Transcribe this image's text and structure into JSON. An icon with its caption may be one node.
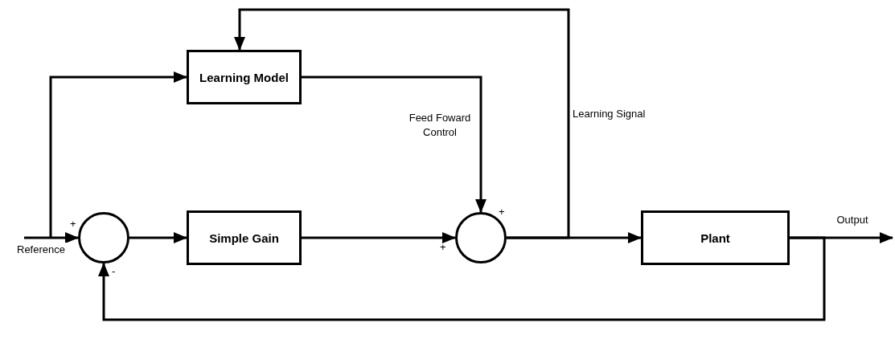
{
  "diagram": {
    "nodes": [
      {
        "text": [
          "Learning Model"
        ]
      },
      {
        "text": [
          "Simple Gain"
        ]
      },
      {
        "text": [
          "Plant"
        ]
      },
      {
        "text": [],
        "shape": "circle",
        "beside": [
          "+",
          "-"
        ]
      },
      {
        "text": [],
        "shape": "circle",
        "beside": [
          "+",
          "+"
        ]
      }
    ],
    "edges": [
      {
        "from": null,
        "to": 3,
        "arrow": "to",
        "label": "Reference"
      },
      {
        "from": null,
        "to": 0,
        "arrow": "to"
      },
      {
        "from": 3,
        "to": 1,
        "arrow": "to"
      },
      {
        "from": 1,
        "to": 4,
        "arrow": "to"
      },
      {
        "from": 0,
        "to": 4,
        "arrow": "to",
        "label": "Feed Foward Control"
      },
      {
        "from": 4,
        "to": 2,
        "arrow": "to"
      },
      {
        "from": 4,
        "to": 0,
        "arrow": "to",
        "label": "Learning Signal"
      },
      {
        "from": 2,
        "to": null,
        "arrow": "to",
        "label": "Output"
      },
      {
        "from": 2,
        "to": 3,
        "arrow": "to"
      }
    ]
  }
}
